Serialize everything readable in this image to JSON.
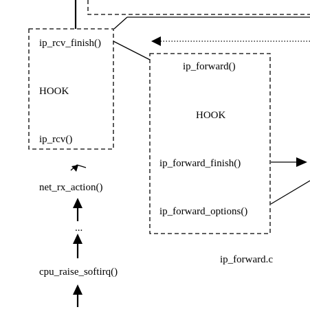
{
  "left_box": {
    "top_label": "ip_rcv_finish()",
    "hook_label": "HOOK",
    "bottom_label": "ip_rcv()"
  },
  "right_box": {
    "top_label": "ip_forward()",
    "hook_label": "HOOK",
    "finish_label": "ip_forward_finish()",
    "options_label": "ip_forward_options()"
  },
  "call_chain": {
    "net_rx_label": "net_rx_action()",
    "ellipsis": "...",
    "softirq_label": "cpu_raise_softirq()"
  },
  "file_label": "ip_forward.c"
}
